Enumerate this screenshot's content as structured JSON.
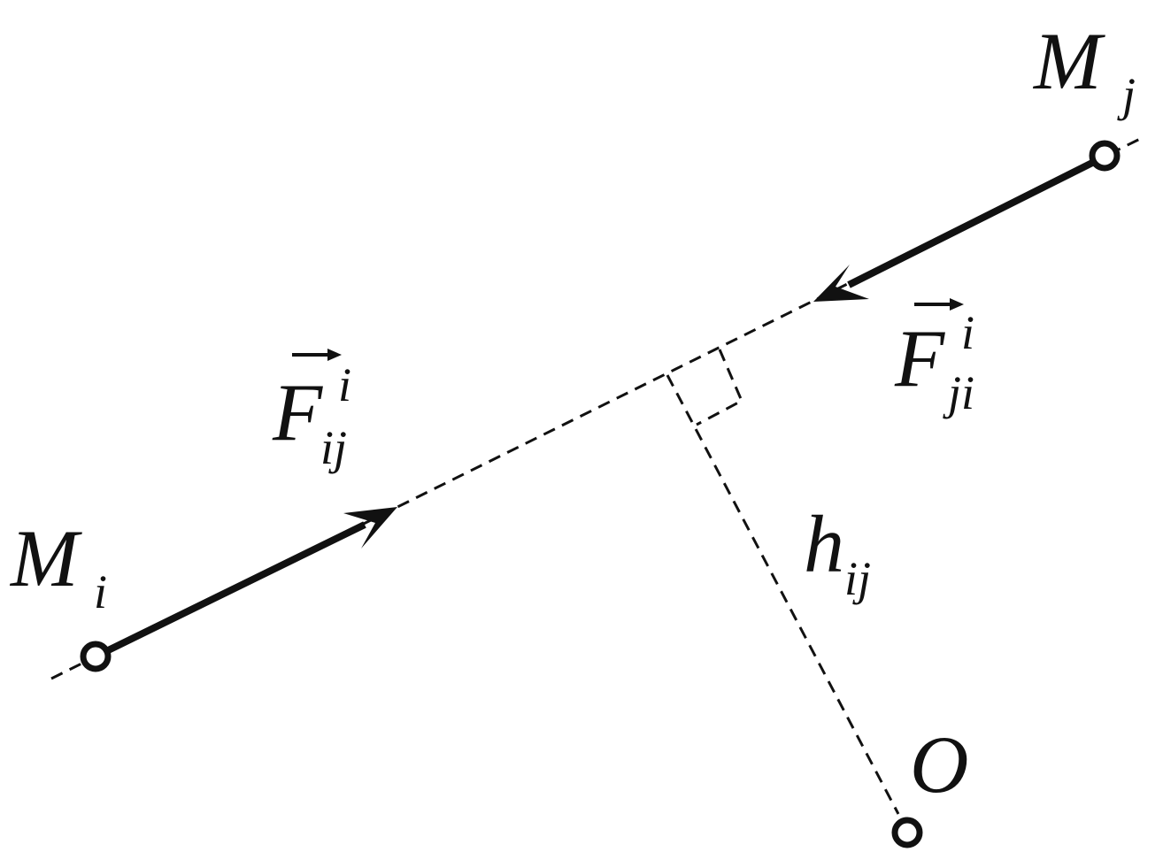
{
  "labels": {
    "mi_main": "M",
    "mi_sub": "i",
    "mj_main": "M",
    "mj_sub": "j",
    "fij_main": "F",
    "fij_sup": "i",
    "fij_sub": "ij",
    "fji_main": "F",
    "fji_sup": "i",
    "fji_sub": "ji",
    "h_main": "h",
    "h_sub": "ij",
    "o_main": "O"
  },
  "colors": {
    "ink": "#111111",
    "background": "#ffffff"
  }
}
